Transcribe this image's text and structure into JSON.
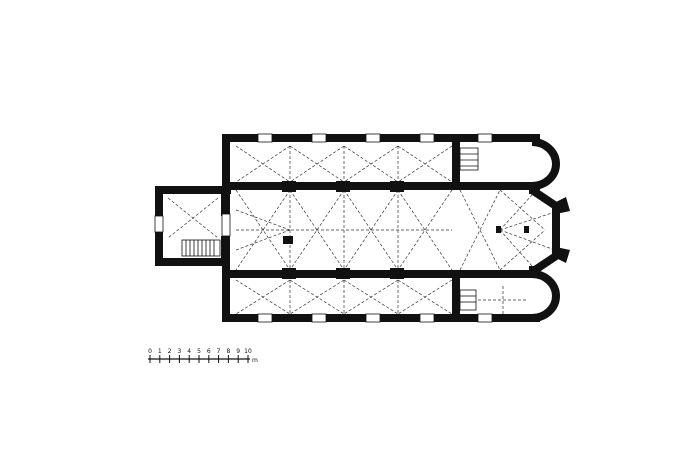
{
  "plan": {
    "ink_color": "#111111",
    "paper_color": "#ffffff",
    "vault_line_color": "#333333"
  },
  "scale_bar": {
    "tick_labels": [
      "0",
      "1",
      "2",
      "3",
      "4",
      "5",
      "6",
      "7",
      "8",
      "9",
      "10"
    ],
    "unit": "m"
  }
}
